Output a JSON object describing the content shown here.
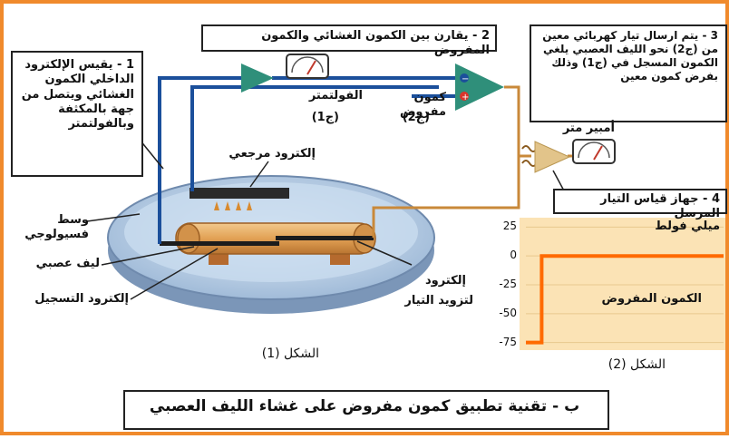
{
  "colors": {
    "frame": "#f08a2c",
    "wire": "#1b4f9b",
    "fiber": "#e2a154",
    "amplifier": "#2f8f7a",
    "ammeter_amp": "#e2c48a",
    "graph_bg": "#fbe3b5",
    "graph_line": "#ff6a00",
    "dish": "#9bb7d6"
  },
  "labels": {
    "step1": "1 - يقيس الإلكترود الداخلي الكمون الغشائي ويتصل من جهة بالمكثفة وبالفولتمتر",
    "step2": "2 - يقارن بين الكمون الغشائي والكمون المفروض",
    "step3": "3 - يتم ارسال تيار كهربائي معين من (ج2) نحو الليف العصبي يلغي الكمون المسجل في (ج1) وذلك بفرض كمون معين",
    "step4": "4 - جهاز قياس التيار المرسل",
    "voltmeter": "الفولتمتر",
    "voltmeter_code": "(ج1)",
    "imposed_potential": "كمون مفروض",
    "imposed_code": "(ج2)",
    "ammeter": "أمبير متر",
    "reference_electrode": "إلكترود مرجعي",
    "physiological_medium": "وسط فسيولوجي",
    "nerve_fiber": "ليف عصبي",
    "recording_electrode": "إلكترود التسجيل",
    "current_electrode_line1": "إلكترود",
    "current_electrode_line2": "لتزويد التيار",
    "figure1": "الشكل (1)",
    "figure2": "الشكل (2)",
    "caption": "ب - تقنية تطبيق كمون مفروض على غشاء الليف العصبي"
  },
  "chart_data": {
    "type": "line",
    "title": "",
    "ylabel": "ميلي فولط",
    "annotation": "الكمون المفروض",
    "ylim": [
      -80,
      30
    ],
    "yticks": [
      "25",
      "0",
      "-25",
      "-50",
      "-75"
    ],
    "ytick_values": [
      25,
      0,
      -25,
      -50,
      -75
    ],
    "series": [
      {
        "x": [
          0,
          0.08,
          0.08,
          1
        ],
        "y": [
          -75,
          -75,
          0,
          0
        ]
      }
    ]
  }
}
